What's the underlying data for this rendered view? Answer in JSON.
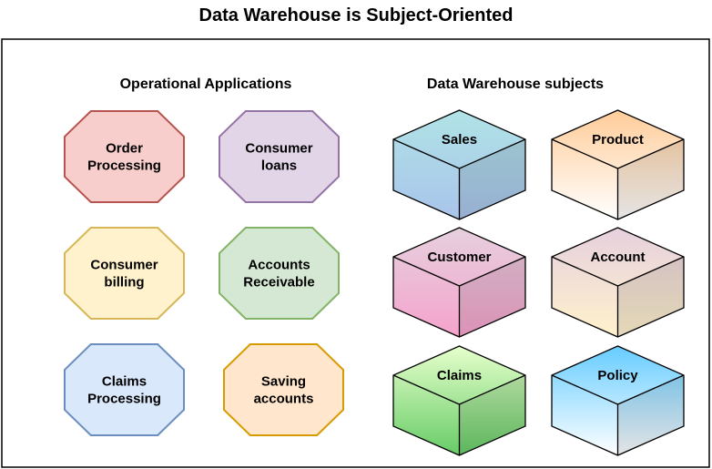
{
  "title": "Data Warehouse is Subject-Oriented",
  "left_heading": "Operational Applications",
  "right_heading": "Data Warehouse subjects",
  "applications": [
    {
      "lines": [
        "Order",
        "Processing"
      ],
      "fill": "#f8cecc",
      "stroke": "#b85450"
    },
    {
      "lines": [
        "Consumer",
        "loans"
      ],
      "fill": "#e1d5e7",
      "stroke": "#9673a6"
    },
    {
      "lines": [
        "Consumer",
        "billing"
      ],
      "fill": "#fff2cc",
      "stroke": "#d6b656"
    },
    {
      "lines": [
        "Accounts",
        "Receivable"
      ],
      "fill": "#d5e8d4",
      "stroke": "#82b366"
    },
    {
      "lines": [
        "Claims",
        "Processing"
      ],
      "fill": "#dae8fc",
      "stroke": "#6c8ebf"
    },
    {
      "lines": [
        "Saving",
        "accounts"
      ],
      "fill": "#ffe6cc",
      "stroke": "#d79b00"
    }
  ],
  "subjects": [
    {
      "label": "Sales",
      "fill_top": "#b0e3e6",
      "fill_bottom": "#a9c4eb"
    },
    {
      "label": "Product",
      "fill_top": "#ffcc99",
      "fill_bottom": "#ffffff"
    },
    {
      "label": "Customer",
      "fill_top": "#e6d0de",
      "fill_bottom": "#f5a3cc"
    },
    {
      "label": "Account",
      "fill_top": "#e6d0de",
      "fill_bottom": "#fff2cc"
    },
    {
      "label": "Claims",
      "fill_top": "#e6ffcc",
      "fill_bottom": "#66cc66"
    },
    {
      "label": "Policy",
      "fill_top": "#66ccff",
      "fill_bottom": "#ffffff"
    }
  ]
}
